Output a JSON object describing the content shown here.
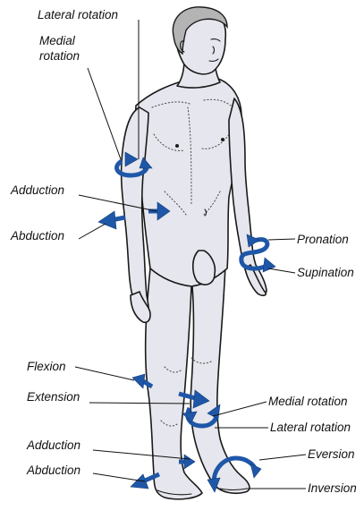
{
  "labels": {
    "lateral_rotation_top": "Lateral rotation",
    "medial_rotation_top": "Medial\nrotation",
    "adduction_arm": "Adduction",
    "abduction_arm": "Abduction",
    "pronation": "Pronation",
    "supination": "Supination",
    "flexion": "Flexion",
    "extension": "Extension",
    "medial_rotation_leg": "Medial rotation",
    "lateral_rotation_leg": "Lateral rotation",
    "adduction_leg": "Adduction",
    "abduction_leg": "Abduction",
    "eversion": "Eversion",
    "inversion": "Inversion"
  },
  "colors": {
    "arrow": "#1f57a8",
    "skin": "#e6e6ee",
    "outline": "#1a1a1a"
  }
}
